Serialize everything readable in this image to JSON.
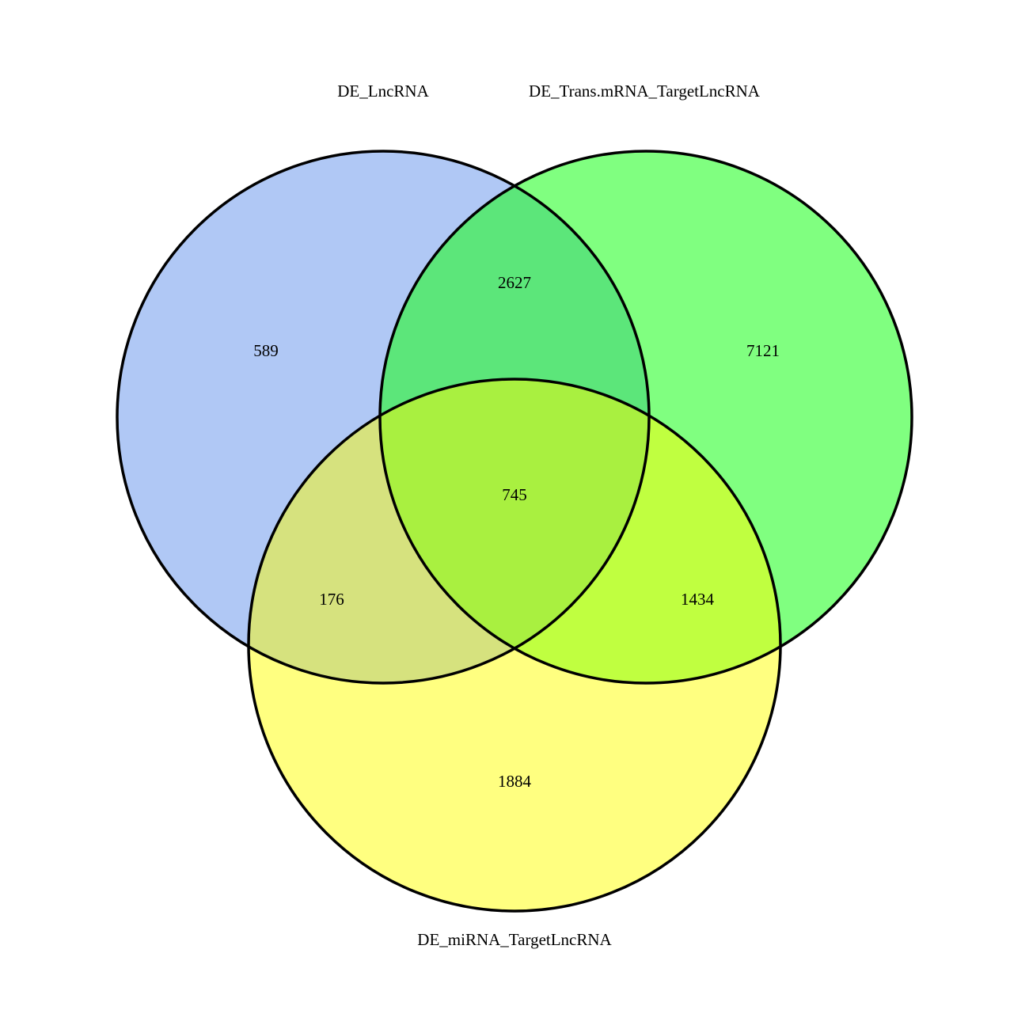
{
  "sets": [
    {
      "name": "DE_LncRNA",
      "color": "#b0c8f5"
    },
    {
      "name": "DE_Trans.mRNA_TargetLncRNA",
      "color": "#80ff80"
    },
    {
      "name": "DE_miRNA_TargetLncRNA",
      "color": "#ffff80"
    }
  ],
  "regions": {
    "lnc_only": "589",
    "trans_only": "7121",
    "mirna_only": "1884",
    "lnc_trans": "2627",
    "lnc_mirna": "176",
    "trans_mirna": "1434",
    "all_three": "745"
  },
  "region_colors": {
    "lnc_trans": "#5ce67a",
    "lnc_mirna": "#d6e27e",
    "trans_mirna": "#c0ff40",
    "all_three": "#a9f040"
  }
}
